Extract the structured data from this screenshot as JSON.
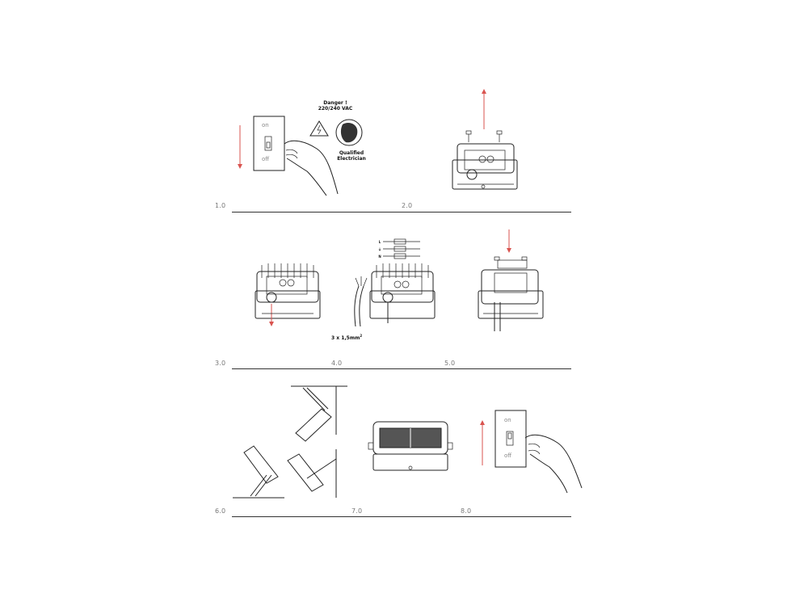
{
  "steps": [
    {
      "id": "1.0"
    },
    {
      "id": "2.0"
    },
    {
      "id": "3.0"
    },
    {
      "id": "4.0"
    },
    {
      "id": "5.0"
    },
    {
      "id": "6.0"
    },
    {
      "id": "7.0"
    },
    {
      "id": "8.0"
    }
  ],
  "warning": {
    "danger_line1": "Danger !",
    "danger_line2": "220/240 VAC",
    "qualified_line1": "Qualified",
    "qualified_line2": "Electrician"
  },
  "switch": {
    "on_label": "on",
    "off_label": "off"
  },
  "wiring": {
    "cable_spec": "3 x 1,5mm",
    "cable_sup": "2",
    "terminal_l": "L",
    "terminal_e": "⏚",
    "terminal_n": "N"
  },
  "colors": {
    "arrow": "#d9534f",
    "line": "#222222"
  }
}
